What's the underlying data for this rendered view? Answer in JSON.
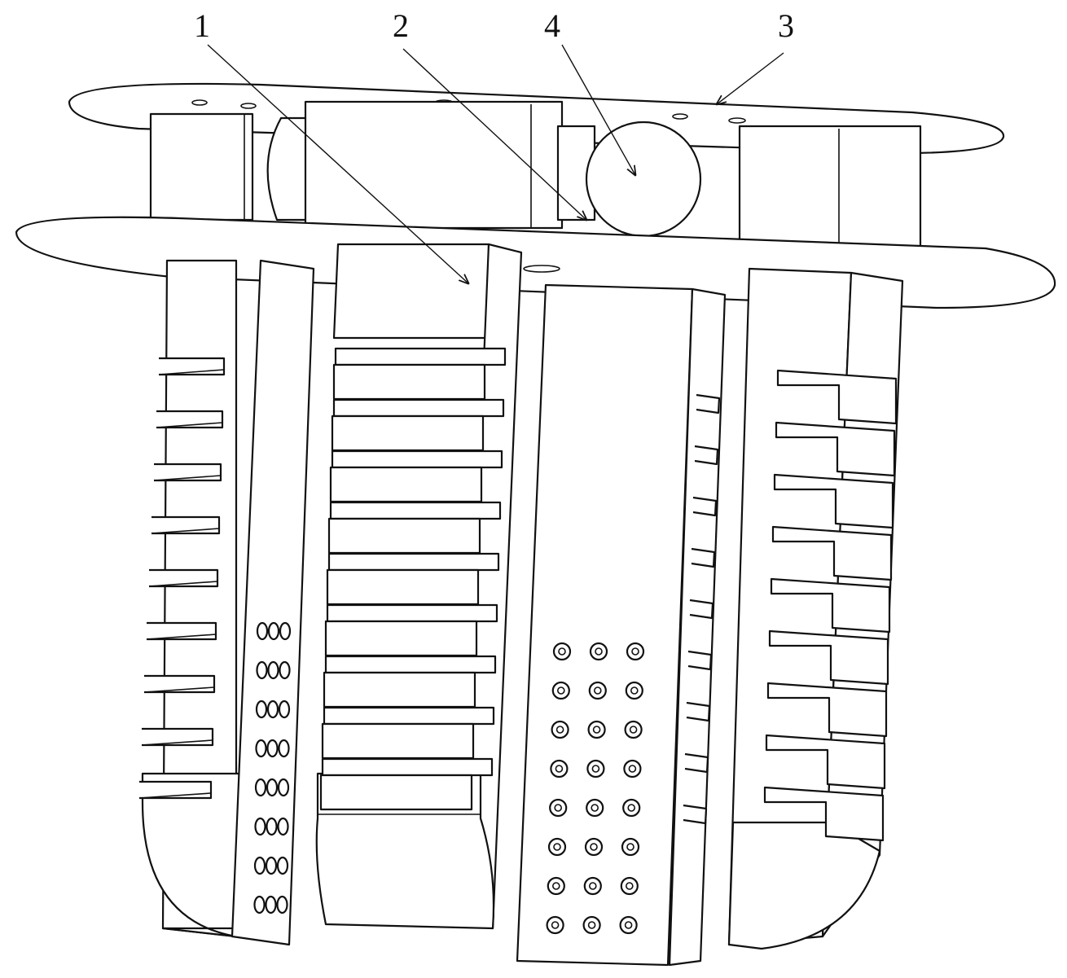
{
  "callouts": [
    {
      "id": "1",
      "label": "1"
    },
    {
      "id": "2",
      "label": "2"
    },
    {
      "id": "4",
      "label": "4"
    },
    {
      "id": "3",
      "label": "3"
    }
  ]
}
